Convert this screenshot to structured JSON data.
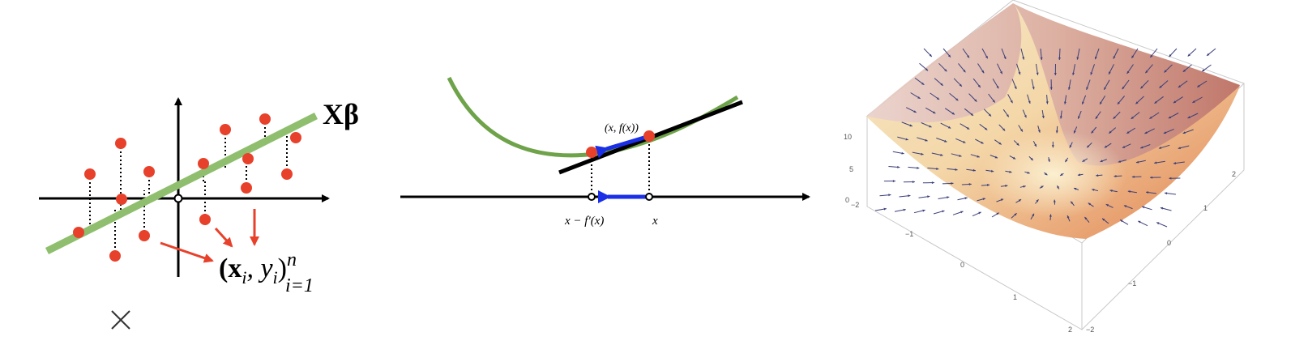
{
  "panel1": {
    "label_xbeta": "Xβ",
    "label_data_main": "(x",
    "label_data_i": "i",
    "label_data_comma": ", y",
    "label_data_close": ")",
    "label_data_sup": "n",
    "label_data_sub": "i=1"
  },
  "panel2": {
    "label_point": "(x, f(x))",
    "label_new_x": "x − f′(x)",
    "label_x": "x"
  },
  "panel3": {
    "z_ticks": [
      "0",
      "5",
      "10"
    ],
    "x_ticks": [
      "−2",
      "−1",
      "0",
      "1",
      "2"
    ],
    "y_ticks": [
      "−2",
      "−1",
      "0",
      "1",
      "2"
    ]
  },
  "close_icon_glyph": "×",
  "colors": {
    "points": "#e8412b",
    "line": "#8fbf6e",
    "arrow_blue": "#1a2fe6",
    "curve_green": "#6ea34a"
  }
}
